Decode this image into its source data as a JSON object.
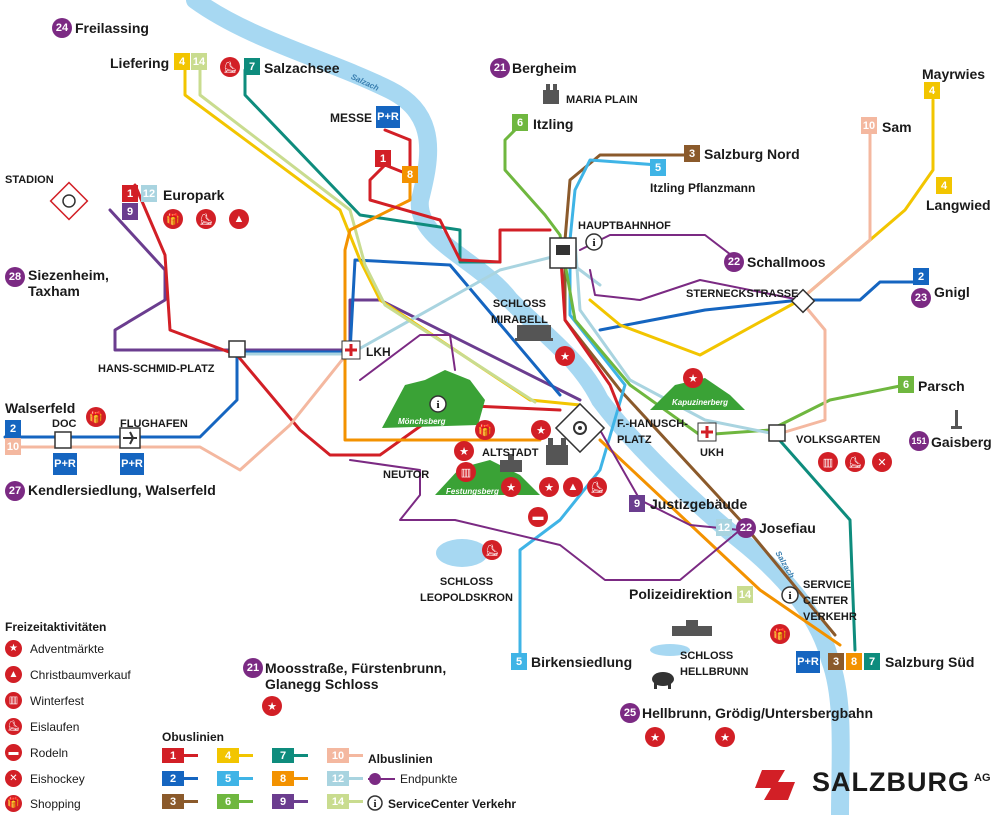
{
  "places": {
    "freilassing": "Freilassing",
    "liefering": "Liefering",
    "salzachsee": "Salzachsee",
    "bergheim": "Bergheim",
    "maria_plain": "MARIA PLAIN",
    "messe": "MESSE",
    "itzling": "Itzling",
    "salzburg_nord": "Salzburg Nord",
    "itzling_pflanzmann": "Itzling Pflanzmann",
    "mayrwies": "Mayrwies",
    "sam": "Sam",
    "langwied": "Langwied",
    "stadion": "STADION",
    "europark": "Europark",
    "hauptbahnhof": "HAUPTBAHNHOF",
    "schallmoos": "Schallmoos",
    "siezenheim": "Siezenheim,\nTaxham",
    "sterneckstrasse": "STERNECKSTRASSE",
    "gnigl": "Gnigl",
    "schloss_mirabell": "SCHLOSS\nMIRABELL",
    "hans_schmid_platz": "HANS-SCHMID-PLATZ",
    "lkh": "LKH",
    "parsch": "Parsch",
    "walserfeld": "Walserfeld",
    "doc": "DOC",
    "flughafen": "FLUGHAFEN",
    "f_hanusch_platz": "F.-HANUSCH-\nPLATZ",
    "volksgarten": "VOLKSGARTEN",
    "gaisberg": "Gaisberg",
    "ukh": "UKH",
    "altstadt": "ALTSTADT",
    "neutor": "NEUTOR",
    "kendlersiedlung": "Kendlersiedlung, Walserfeld",
    "justizgebaeude": "Justizgebäude",
    "josefiau": "Josefiau",
    "schloss_leopoldskron": "SCHLOSS\nLEOPOLDSKRON",
    "polizeidirektion": "Polizeidirektion",
    "service_center": "SERVICE\nCENTER\nVERKEHR",
    "birkensiedlung": "Birkensiedlung",
    "schloss_hellbrunn": "SCHLOSS\nHELLBRUNN",
    "salzburg_sued": "Salzburg Süd",
    "moosstrasse": "Moosstraße, Fürstenbrunn,\nGlanegg Schloss",
    "hellbrunn": "Hellbrunn, Grödig/Untersbergbahn",
    "moenchsberg": "Mönchsberg",
    "festungsberg": "Festungsberg",
    "kapuzinerberg": "Kapuzinerberg",
    "salzach_top": "Salzach",
    "salzach_bottom": "Salzach",
    "pr": "P+R"
  },
  "albus_numbers": {
    "n24": "24",
    "n21": "21",
    "n28": "28",
    "n22": "22",
    "n23": "23",
    "n27": "27",
    "n151": "151",
    "n12j": "12",
    "n22j": "22",
    "n21m": "21",
    "n25": "25"
  },
  "line_badges": {
    "l4a": "4",
    "l14a": "14",
    "l7a": "7",
    "l1a": "1",
    "l8a": "8",
    "l6a": "6",
    "l3a": "3",
    "l5a": "5",
    "l4b": "4",
    "l10a": "10",
    "l4c": "4",
    "l1b": "1",
    "l12a": "12",
    "l9a": "9",
    "l2a": "2",
    "l2b": "2",
    "l10b": "10",
    "l6b": "6",
    "l9b": "9",
    "l12b": "12",
    "l14b": "14",
    "l5b": "5",
    "l3b": "3",
    "l8b": "8",
    "l7b": "7"
  },
  "legend": {
    "title": "Freizeitaktivitäten",
    "items": [
      "Adventmärkte",
      "Christbaumverkauf",
      "Winterfest",
      "Eislaufen",
      "Rodeln",
      "Eishockey",
      "Shopping"
    ]
  },
  "obus": {
    "title": "Obuslinien",
    "lines": [
      {
        "label": "1",
        "color": "#d21f26"
      },
      {
        "label": "4",
        "color": "#f2c500"
      },
      {
        "label": "7",
        "color": "#0e8c7d"
      },
      {
        "label": "10",
        "color": "#f4b8a0"
      },
      {
        "label": "2",
        "color": "#1565c0"
      },
      {
        "label": "5",
        "color": "#3fb4e6"
      },
      {
        "label": "8",
        "color": "#f39200"
      },
      {
        "label": "12",
        "color": "#a9d4e0"
      },
      {
        "label": "3",
        "color": "#8b5a2b"
      },
      {
        "label": "6",
        "color": "#6fb73f"
      },
      {
        "label": "9",
        "color": "#6b3d8f"
      },
      {
        "label": "14",
        "color": "#c9dc8f"
      }
    ]
  },
  "albus": {
    "title": "Albuslinien",
    "endpoints": "Endpunkte",
    "service": "ServiceCenter Verkehr"
  },
  "brand": {
    "name": "SALZBURG",
    "suffix": "AG",
    "color": "#d21f26"
  },
  "colors": {
    "river": "#a7d8f2",
    "line1": "#d21f26",
    "line2": "#1565c0",
    "line3": "#8b5a2b",
    "line4": "#f2c500",
    "line5": "#3fb4e6",
    "line6": "#6fb73f",
    "line7": "#0e8c7d",
    "line8": "#f39200",
    "line9": "#6b3d8f",
    "line10": "#f4b8a0",
    "line12": "#a9d4e0",
    "line14": "#c9dc8f",
    "albus": "#7b2a83",
    "activity": "#d21f26",
    "park": "#3aa236"
  }
}
